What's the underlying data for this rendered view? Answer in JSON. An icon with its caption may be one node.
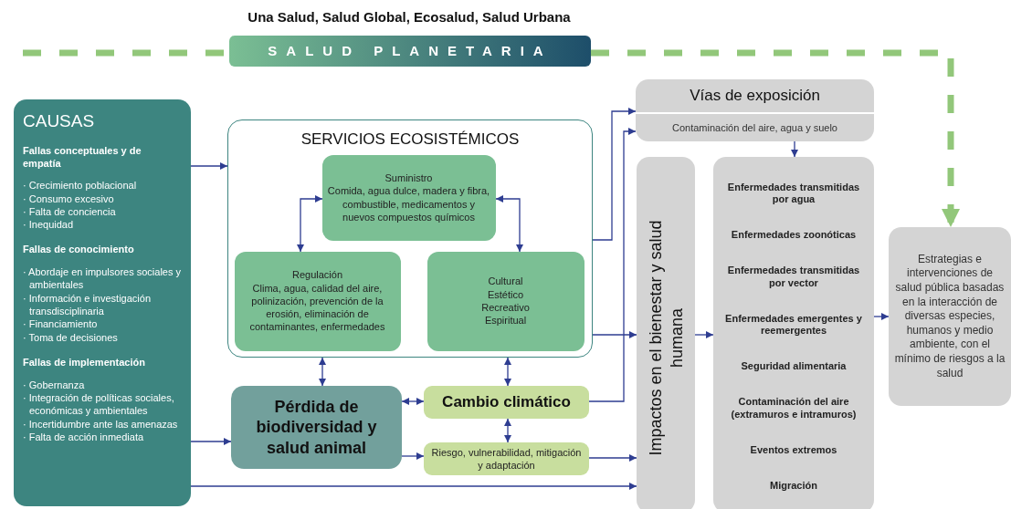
{
  "diagram": {
    "title": "Una Salud, Salud Global, Ecosalud, Salud Urbana",
    "nodes": [
      {
        "text": [
          "SALUD PLANETARIA"
        ]
      },
      {
        "text": [
          "CAUSAS",
          "Fallas conceptuales y de empatía",
          "· Crecimiento poblacional",
          "· Consumo excesivo",
          "· Falta de conciencia",
          "· Inequidad",
          "Fallas de conocimiento",
          "· Abordaje en impulsores sociales y ambientales",
          "· Información e investigación transdisciplinaria",
          "· Financiamiento",
          "· Toma de decisiones",
          "Fallas de implementación",
          "· Gobernanza",
          "· Integración de políticas sociales, económicas y ambientales",
          "· Incertidumbre ante las amenazas",
          "· Falta de acción inmediata"
        ]
      },
      {
        "text": [
          "SERVICIOS ECOSISTÉMICOS"
        ]
      },
      {
        "text": [
          "Suministro",
          "Comida, agua dulce, madera y fibra, combustible, medicamentos y nuevos compuestos químicos"
        ],
        "in": 2
      },
      {
        "text": [
          "Regulación",
          "Clima, agua, calidad del aire, polinización, prevención de la erosión, eliminación de contaminantes, enfermedades"
        ],
        "in": 2
      },
      {
        "text": [
          "Cultural",
          "Estético",
          "Recreativo",
          "Espiritual"
        ],
        "in": 2
      },
      {
        "text": [
          "Pérdida de biodiversidad y salud animal"
        ]
      },
      {
        "text": [
          "Cambio climático"
        ]
      },
      {
        "text": [
          "Riesgo, vulnerabilidad, mitigación y adaptación"
        ]
      },
      {
        "text": [
          "Vías de exposición",
          "Contaminación del aire, agua y suelo"
        ]
      },
      {
        "text": [
          "Impactos en el bienestar y salud humana"
        ]
      },
      {
        "text": [
          "Enfermedades transmitidas por agua",
          "Enfermedades zoonóticas",
          "Enfermedades transmitidas por vector",
          "Enfermedades emergentes y reemergentes",
          "Seguridad alimentaria",
          "Contaminación del aire (extramuros e intramuros)",
          "Eventos extremos",
          "Migración"
        ]
      },
      {
        "text": [
          "Estrategias e intervenciones de salud pública basadas en la interacción de diversas especies, humanos y medio ambiente, con el mínimo de riesgos a la salud"
        ]
      }
    ],
    "edges": [
      {
        "from": 1,
        "to": 2,
        "arrow": "to"
      },
      {
        "from": 1,
        "to": 6,
        "arrow": "to"
      },
      {
        "from": 1,
        "to": 10,
        "arrow": "to"
      },
      {
        "from": 3,
        "to": 4,
        "arrow": "both"
      },
      {
        "from": 3,
        "to": 5,
        "arrow": "both"
      },
      {
        "from": 2,
        "to": 6,
        "arrow": "both"
      },
      {
        "from": 2,
        "to": 7,
        "arrow": "both"
      },
      {
        "from": 6,
        "to": 7,
        "arrow": "both"
      },
      {
        "from": 7,
        "to": 8,
        "arrow": "both"
      },
      {
        "from": 6,
        "to": 8,
        "arrow": "to"
      },
      {
        "from": 8,
        "to": 10,
        "arrow": "to"
      },
      {
        "from": 2,
        "to": 9,
        "arrow": "to"
      },
      {
        "from": 2,
        "to": 10,
        "arrow": "to"
      },
      {
        "from": 7,
        "to": 9,
        "arrow": "to"
      },
      {
        "from": 9,
        "to": 11,
        "arrow": "to"
      },
      {
        "from": 10,
        "to": 11,
        "arrow": "to"
      },
      {
        "from": 11,
        "to": 12,
        "arrow": "to"
      },
      {
        "from": 0,
        "to": 12,
        "arrow": "to",
        "style": "dashed",
        "color": "#92c77a"
      },
      {
        "from": null,
        "to": 0,
        "arrow": "none",
        "style": "dashed",
        "color": "#92c77a"
      }
    ]
  }
}
